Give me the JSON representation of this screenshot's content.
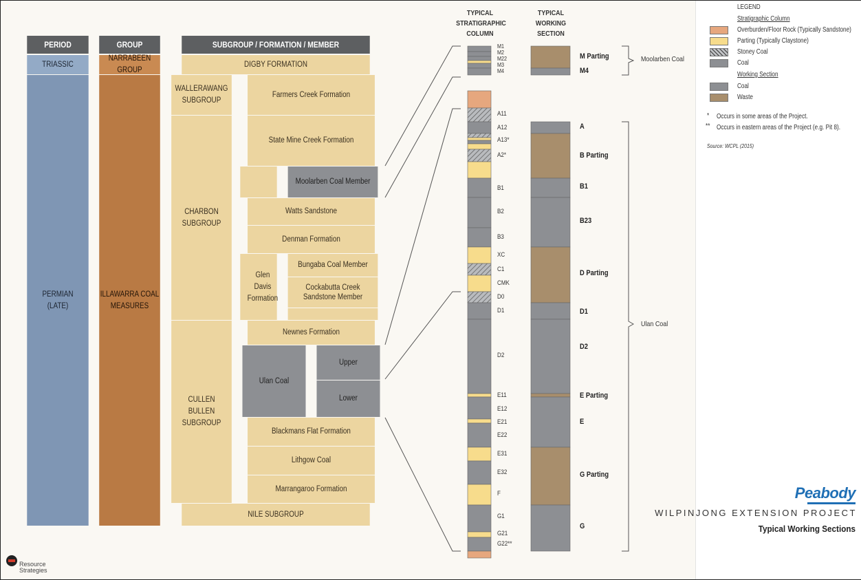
{
  "table": {
    "headers": {
      "period": "PERIOD",
      "group": "GROUP",
      "subgroup": "SUBGROUP / FORMATION / MEMBER"
    },
    "triassic": {
      "period": "TRIASSIC",
      "group": "NARRABEEN GROUP",
      "formation": "DIGBY FORMATION"
    },
    "permian": {
      "period": "PERMIAN\n(LATE)",
      "group": "ILLAWARRA COAL\nMEASURES"
    },
    "subgroups": {
      "wallerawang": "WALLERAWANG\nSUBGROUP",
      "charbon": "CHARBON\nSUBGROUP",
      "cullen": "CULLEN\nBULLEN\nSUBGROUP",
      "nile": "NILE SUBGROUP"
    },
    "formations": {
      "farmers_creek": "Farmers Creek Formation",
      "state_mine_creek": "State Mine Creek Formation",
      "moolarben_member": "Moolarben Coal Member",
      "watts": "Watts Sandstone",
      "denman": "Denman Formation",
      "glen_davis": "Glen\nDavis\nFormation",
      "bungaba": "Bungaba Coal Member",
      "cockabutta": "Cockabutta Creek\nSandstone Member",
      "newnes": "Newnes Formation",
      "ulan_coal": "Ulan Coal",
      "upper": "Upper",
      "lower": "Lower",
      "blackmans_flat": "Blackmans Flat Formation",
      "lithgow": "Lithgow Coal",
      "marrangaroo": "Marrangaroo Formation"
    }
  },
  "strat_column": {
    "title": "TYPICAL\nSTRATIGRAPHIC\nCOLUMN",
    "top_labels": [
      "M1",
      "M2",
      "M22",
      "M3",
      "M4"
    ],
    "labels": [
      "A11",
      "A12",
      "A13*",
      "A2*",
      "B1",
      "B2",
      "B3",
      "XC",
      "C1",
      "CMK",
      "D0",
      "D1",
      "D2",
      "E11",
      "E12",
      "E21",
      "E22",
      "E31",
      "E32",
      "F",
      "G1",
      "G21",
      "G22**"
    ]
  },
  "working_section": {
    "title": "TYPICAL\nWORKING SECTION",
    "top_labels": [
      "M Parting",
      "M4"
    ],
    "labels": [
      "A",
      "B Parting",
      "B1",
      "B23",
      "D Parting",
      "D1",
      "D2",
      "E Parting",
      "E",
      "G Parting",
      "G"
    ],
    "brackets": {
      "moolarben": "Moolarben Coal",
      "ulan": "Ulan Coal"
    }
  },
  "legend": {
    "title": "LEGEND",
    "strat_heading": "Stratigraphic Column",
    "items_strat": [
      "Overburden/Floor Rock (Typically Sandstone)",
      "Parting (Typically Claystone)",
      "Stoney Coal",
      "Coal"
    ],
    "work_heading": "Working Section",
    "items_work": [
      "Coal",
      "Waste"
    ],
    "note1": "Occurs in some areas of the Project.",
    "note2": "Occurs in eastern areas of the Project (e.g. Pit 8).",
    "source": "Source:  WCPL (2015)"
  },
  "branding": {
    "logo": "Peabody",
    "project": "WILPINJONG EXTENSION PROJECT",
    "subtitle": "Typical Working Sections",
    "credit": "Resource\nStrategies"
  },
  "colors": {
    "sandstone": "#e6a77e",
    "parting": "#f7dc8c",
    "coal": "#8d8f93",
    "waste": "#a88e6c",
    "period_blue": "#7f96b4",
    "group_copper": "#b97a44",
    "formation_tan": "#ecd5a0"
  }
}
